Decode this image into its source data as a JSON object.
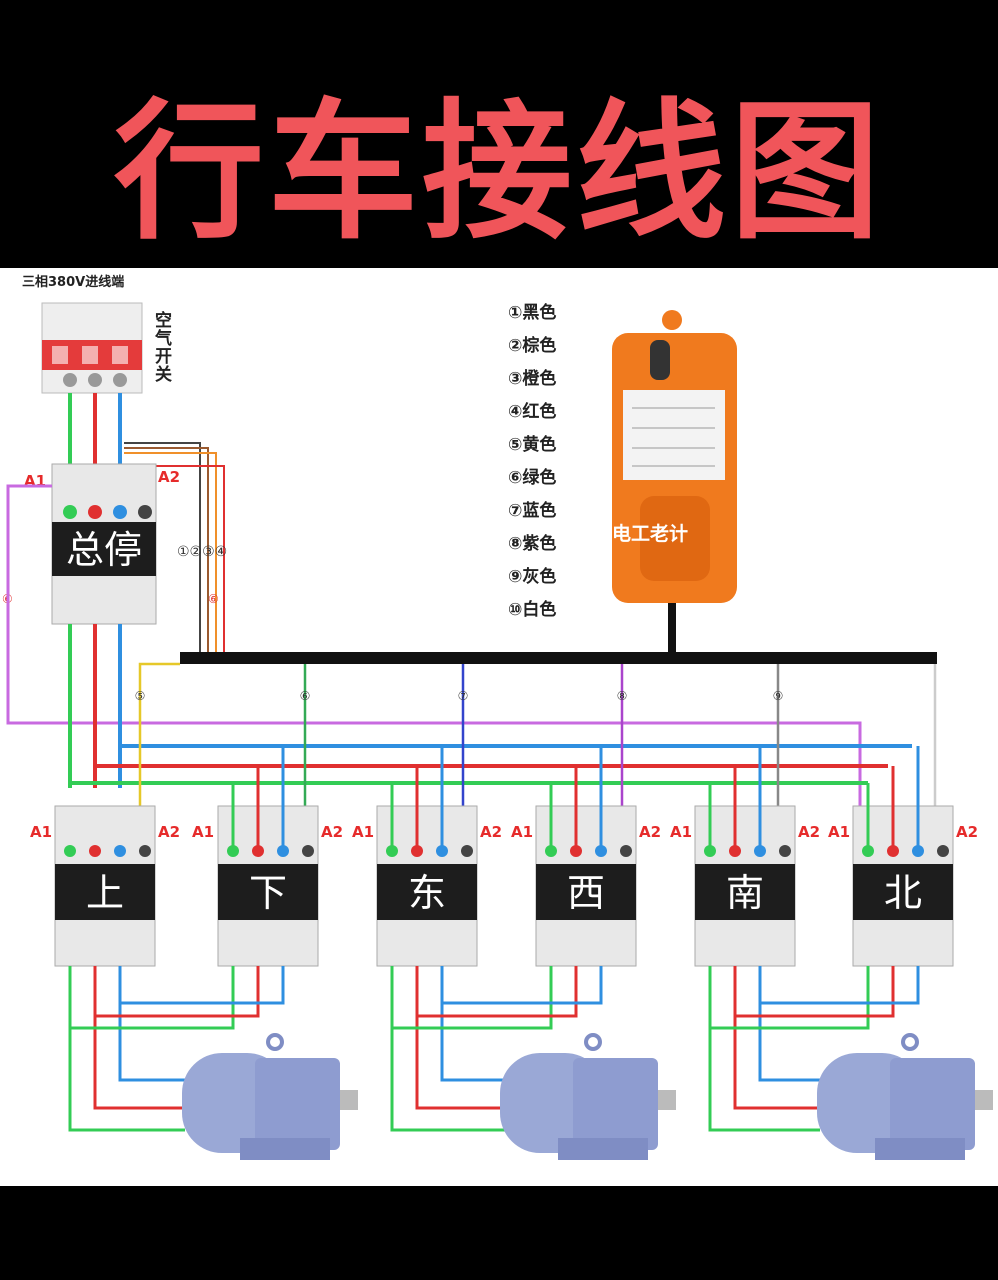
{
  "title": "行车接线图",
  "diagram": {
    "supply_label": "三相380V进线端",
    "breaker_label": [
      "空",
      "气",
      "开",
      "关"
    ],
    "main_contactor_label": "总停",
    "coil_terminals": {
      "a1": "A1",
      "a2": "A2"
    },
    "bus_wire_numbers": "①②③④",
    "left_wire_marker": "⑥",
    "right_wire_marker": "⑥",
    "watermark": "电工老计",
    "legend": [
      "①黑色",
      "②棕色",
      "③橙色",
      "④红色",
      "⑤黄色",
      "⑥绿色",
      "⑦蓝色",
      "⑧紫色",
      "⑨灰色",
      "⑩白色"
    ],
    "contactors": [
      {
        "label": "上",
        "wire_marker": "⑤"
      },
      {
        "label": "下",
        "wire_marker": "⑥"
      },
      {
        "label": "东",
        "wire_marker": "⑦"
      },
      {
        "label": "西",
        "wire_marker": "⑧"
      },
      {
        "label": "南",
        "wire_marker": "⑨"
      },
      {
        "label": "北",
        "wire_marker": ""
      }
    ],
    "colors": {
      "title": "#f0555a",
      "phase_green": "#33cc55",
      "phase_red": "#e03030",
      "phase_blue": "#2f8fe0",
      "purple": "#c86ae0",
      "orange_remote": "#f07a1e",
      "motor": "#9aa8d6"
    }
  }
}
